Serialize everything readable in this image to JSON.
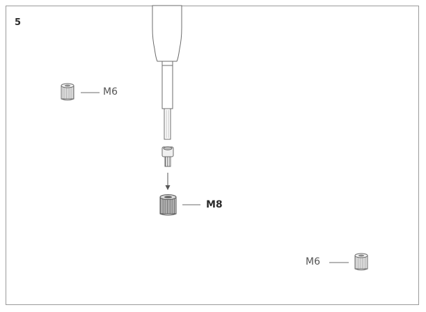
{
  "step": {
    "number": "5"
  },
  "parts": {
    "insert_top_left": {
      "label": "M6"
    },
    "insert_center": {
      "label": "M8"
    },
    "insert_bottom_right": {
      "label": "M6"
    }
  },
  "icons": {
    "screwdriver": "hex-screwdriver-icon",
    "bolt": "socket-bolt-icon",
    "arrow": "down-arrow-icon",
    "insert": "threaded-insert-icon"
  },
  "colors": {
    "line": "#6b6b6b",
    "insert_fill": "#e6e6e6",
    "highlight_fill": "#c4c4c4"
  }
}
